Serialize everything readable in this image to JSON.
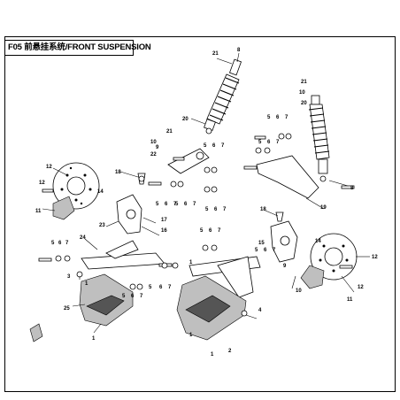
{
  "title": "F05 前悬挂系统/FRONT SUSPENSION",
  "callouts": [
    {
      "id": "c21a",
      "text": "21"
    },
    {
      "id": "c8a",
      "text": "8"
    },
    {
      "id": "c21b",
      "text": "21"
    },
    {
      "id": "c10a",
      "text": "10"
    },
    {
      "id": "c20a",
      "text": "20"
    },
    {
      "id": "c9a",
      "text": "9"
    },
    {
      "id": "c21c",
      "text": "21"
    },
    {
      "id": "c10b",
      "text": "10"
    },
    {
      "id": "c22",
      "text": "22"
    },
    {
      "id": "c19a",
      "text": "19"
    },
    {
      "id": "c12a",
      "text": "12"
    },
    {
      "id": "c18a",
      "text": "18"
    },
    {
      "id": "c12b",
      "text": "12"
    },
    {
      "id": "c14a",
      "text": "14"
    },
    {
      "id": "c11a",
      "text": "11"
    },
    {
      "id": "c17a",
      "text": "17"
    },
    {
      "id": "c16a",
      "text": "16"
    },
    {
      "id": "c23",
      "text": "23"
    },
    {
      "id": "c24",
      "text": "24"
    },
    {
      "id": "c1a",
      "text": "1"
    },
    {
      "id": "c25",
      "text": "25"
    },
    {
      "id": "c3a",
      "text": "3"
    },
    {
      "id": "c4a",
      "text": "4"
    },
    {
      "id": "c2a",
      "text": "2"
    },
    {
      "id": "c12c",
      "text": "12"
    },
    {
      "id": "c12d",
      "text": "12"
    },
    {
      "id": "c11b",
      "text": "11"
    },
    {
      "id": "c10c",
      "text": "10"
    },
    {
      "id": "c5a",
      "text": "5"
    },
    {
      "id": "c6a",
      "text": "6"
    },
    {
      "id": "c7a",
      "text": "7"
    },
    {
      "id": "c20b",
      "text": "20"
    },
    {
      "id": "c8b",
      "text": "8"
    },
    {
      "id": "c18b",
      "text": "18"
    },
    {
      "id": "c14b",
      "text": "14"
    },
    {
      "id": "c9b",
      "text": "9"
    },
    {
      "id": "c15",
      "text": "15"
    }
  ]
}
